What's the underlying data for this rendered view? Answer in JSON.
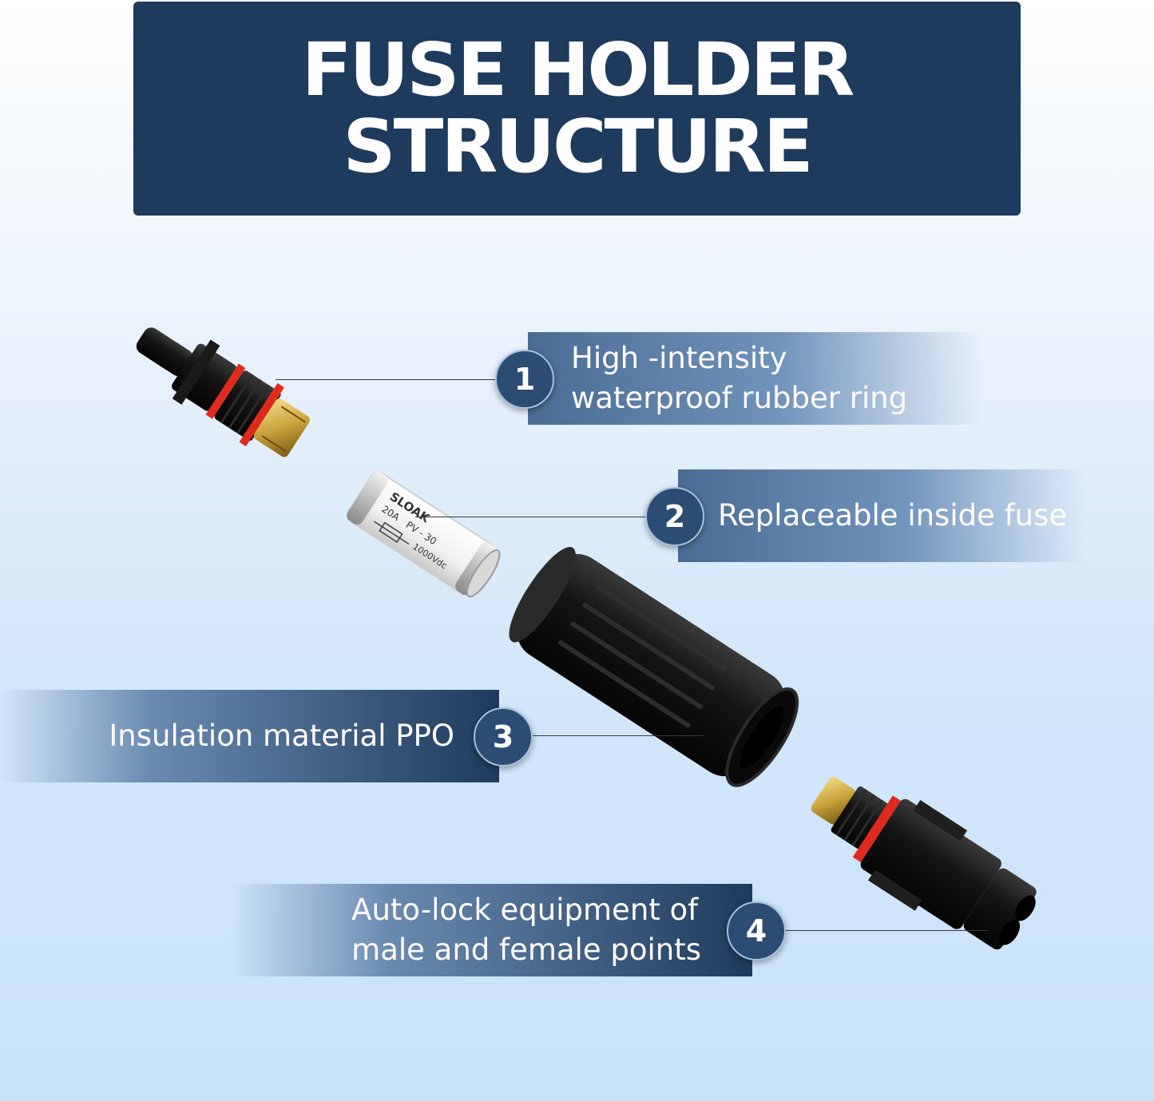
{
  "title": {
    "line1": "FUSE HOLDER",
    "line2": "STRUCTURE"
  },
  "callouts": [
    {
      "number": "1",
      "line1": "High -intensity",
      "line2": "waterproof rubber ring"
    },
    {
      "number": "2",
      "line1": "Replaceable inside fuse"
    },
    {
      "number": "3",
      "line1": "Insulation material PPO"
    },
    {
      "number": "4",
      "line1": "Auto-lock equipment of",
      "line2": "male and female points"
    }
  ],
  "fuse_markings": {
    "brand": "SLOAK",
    "rating": "20A",
    "type": "PV - 30",
    "voltage": "1000Vdc"
  },
  "colors": {
    "title_bg": "#1e3a5c",
    "badge_bg": "#2d4c73",
    "seal_ring": "#e02a1e",
    "connector_body": "#151515",
    "brass_contact": "#c9a23a"
  }
}
